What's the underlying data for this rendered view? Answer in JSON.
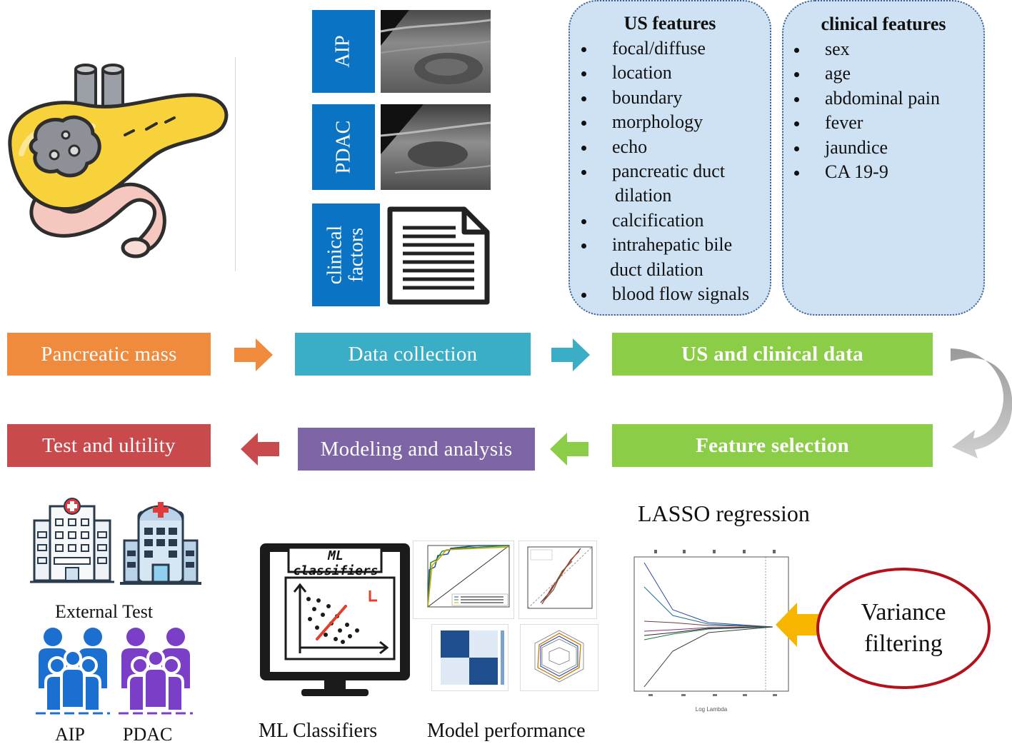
{
  "image_tabs": {
    "aip": "AIP",
    "pdac": "PDAC",
    "clinical_factors": "clinical factors"
  },
  "us_features": {
    "title": "US features",
    "items": [
      "focal/diffuse",
      "location",
      "boundary",
      "morphology",
      "echo",
      "pancreatic duct",
      "dilation",
      "calcification",
      "intrahepatic bile",
      "duct dilation",
      "blood flow signals"
    ]
  },
  "clinical_features": {
    "title": "clinical features",
    "items": [
      "sex",
      "age",
      "abdominal pain",
      "fever",
      "jaundice",
      "CA 19-9"
    ]
  },
  "workflow": {
    "pancreatic_mass": "Pancreatic mass",
    "data_collection": "Data collection",
    "us_clinical_data": "US and clinical data",
    "feature_selection": "Feature selection",
    "modeling_analysis": "Modeling and analysis",
    "test_utility": "Test and ultility"
  },
  "bottom": {
    "external_test": "External Test",
    "aip_label": "AIP",
    "pdac_label": "PDAC",
    "ml_screen_text": "ML classifiers",
    "ml_caption": "ML Classifiers",
    "model_perf_caption": "Model performance",
    "lasso_title": "LASSO regression",
    "lasso_xlabel": "Log Lambda",
    "variance_filtering": "Variance filtering"
  },
  "colors": {
    "orange": "#f08a3c",
    "teal": "#3aaec7",
    "green": "#8ccd48",
    "purple": "#7e66a6",
    "red": "#c94a4d",
    "blue_tab": "#0a73c4",
    "panel": "#cfe2f3",
    "yellow_arrow": "#f7b500",
    "ellipse": "#b3121d"
  },
  "icons": [
    "pancreas-icon",
    "ultrasound-image",
    "document-icon",
    "hospital-icon",
    "people-icon",
    "monitor-icon",
    "arrow-icon"
  ]
}
